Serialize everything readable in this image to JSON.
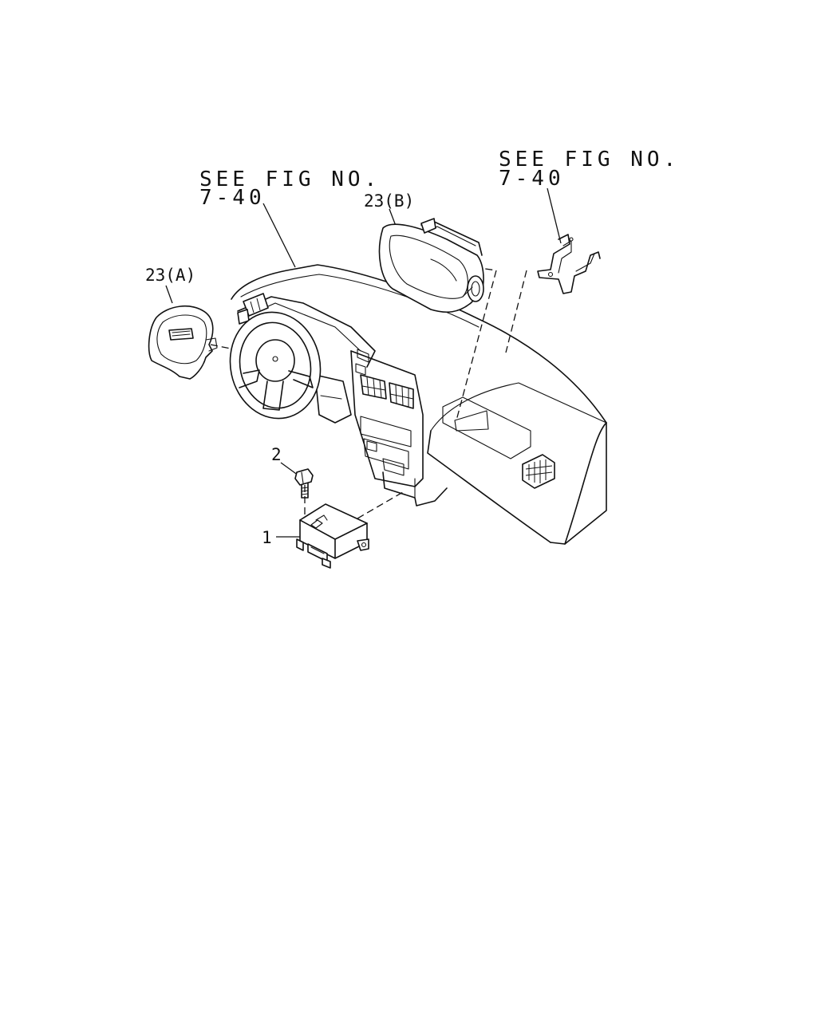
{
  "references": {
    "left_line1": "SEE FIG NO.",
    "left_line2": "7-40",
    "right_line1": "SEE FIG NO.",
    "right_line2": "7-40"
  },
  "callouts": {
    "part_23a": "23(A)",
    "part_23b": "23(B)",
    "part_2": "2",
    "part_1": "1"
  }
}
